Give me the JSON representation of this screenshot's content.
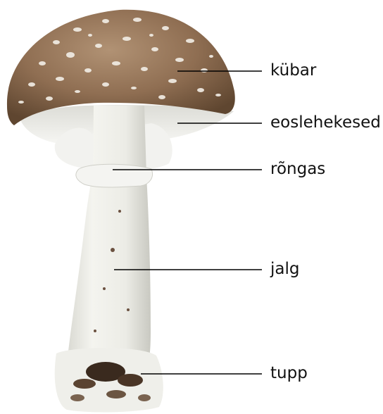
{
  "labels": {
    "cap": "kübar",
    "gills": "eoslehekesed",
    "ring": "rõngas",
    "stem": "jalg",
    "base": "tupp"
  }
}
